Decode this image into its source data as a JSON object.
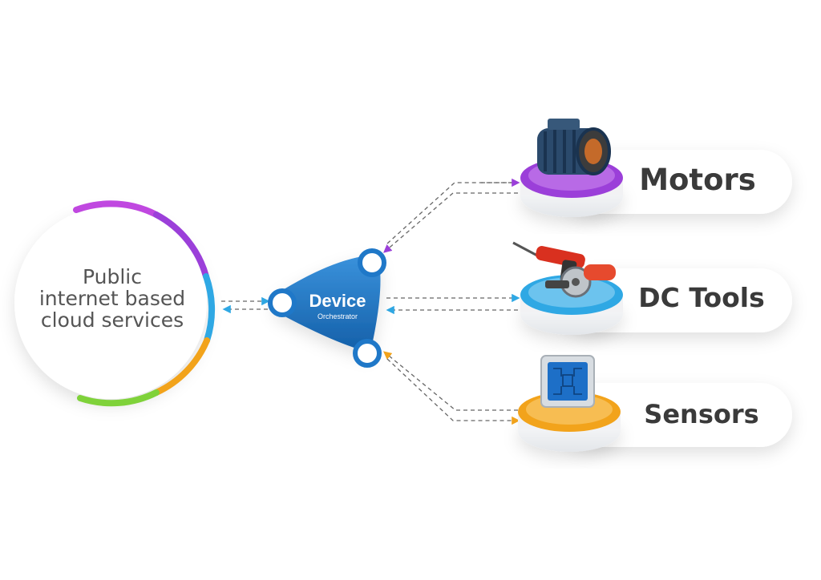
{
  "cloud": {
    "label_lines": [
      "Public",
      "internet based",
      "cloud services"
    ],
    "ring_colors": [
      "#9b3fd9",
      "#c048e0",
      "#2fa8e4",
      "#f2a31b",
      "#7fd23a",
      "#6a3fd6"
    ]
  },
  "hub": {
    "title": "Device",
    "subtitle": "Orchestrator",
    "color": "#1f78c8"
  },
  "devices": [
    {
      "label": "Motors",
      "icon": "motor-icon",
      "accent": "#9b3fd9"
    },
    {
      "label": "DC Tools",
      "icon": "power-tool-icon",
      "accent": "#2fa8e4"
    },
    {
      "label": "Sensors",
      "icon": "chip-icon",
      "accent": "#f2a31b"
    }
  ]
}
